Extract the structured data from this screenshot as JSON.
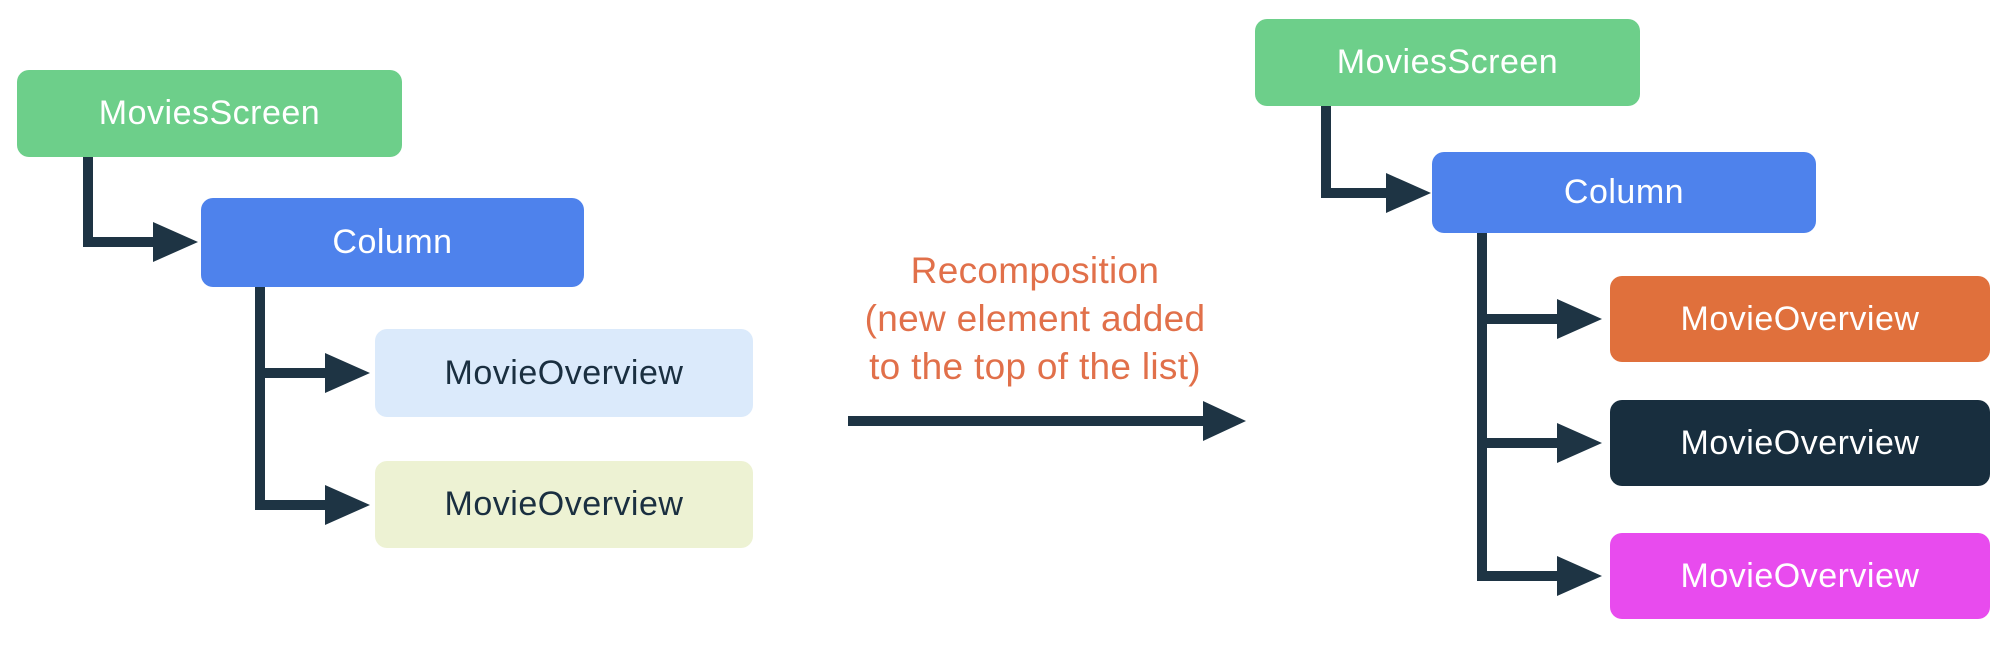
{
  "diagram": {
    "left_tree": {
      "root": {
        "label": "MoviesScreen",
        "color": "#6dcf8a",
        "text_color": "#ffffff"
      },
      "column": {
        "label": "Column",
        "color": "#4e82ec",
        "text_color": "#ffffff"
      },
      "children": [
        {
          "label": "MovieOverview",
          "color": "#dbeafb",
          "text_color": "#1a2f40"
        },
        {
          "label": "MovieOverview",
          "color": "#edf2d3",
          "text_color": "#1a2f40"
        }
      ]
    },
    "transition": {
      "line1": "Recomposition",
      "line2": "(new element added",
      "line3": "to the top of the list)",
      "text_color": "#e1704a"
    },
    "right_tree": {
      "root": {
        "label": "MoviesScreen",
        "color": "#6dcf8a",
        "text_color": "#ffffff"
      },
      "column": {
        "label": "Column",
        "color": "#4e82ec",
        "text_color": "#ffffff"
      },
      "children": [
        {
          "label": "MovieOverview",
          "color": "#e0703c",
          "text_color": "#ffffff"
        },
        {
          "label": "MovieOverview",
          "color": "#182e3e",
          "text_color": "#ffffff"
        },
        {
          "label": "MovieOverview",
          "color": "#e84bee",
          "text_color": "#ffffff"
        }
      ]
    },
    "connector_color": "#1e3444"
  }
}
